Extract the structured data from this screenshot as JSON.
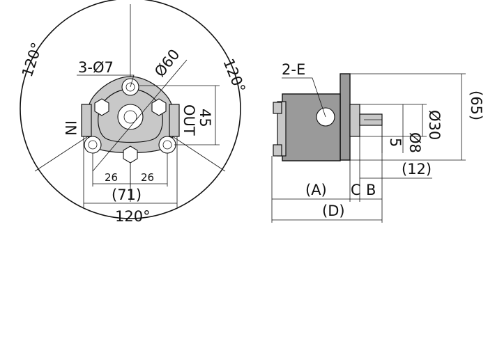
{
  "front_view": {
    "angle_top_left": "120°",
    "angle_top_right": "120°",
    "angle_bottom": "120°",
    "bolt_holes": "3-Ø7",
    "pcd": "Ø60",
    "port_in": "IN",
    "port_out": "OUT",
    "height_45": "45",
    "offset_left": "26",
    "offset_right": "26",
    "width_71": "(71)"
  },
  "side_view": {
    "ports": "2-E",
    "height_65": "(65)",
    "dia_30": "Ø30",
    "dia_8": "Ø8",
    "key_5": "5",
    "len_12": "(12)",
    "dim_a": "(A)",
    "dim_c": "C",
    "dim_b": "B",
    "dim_d": "(D)"
  }
}
